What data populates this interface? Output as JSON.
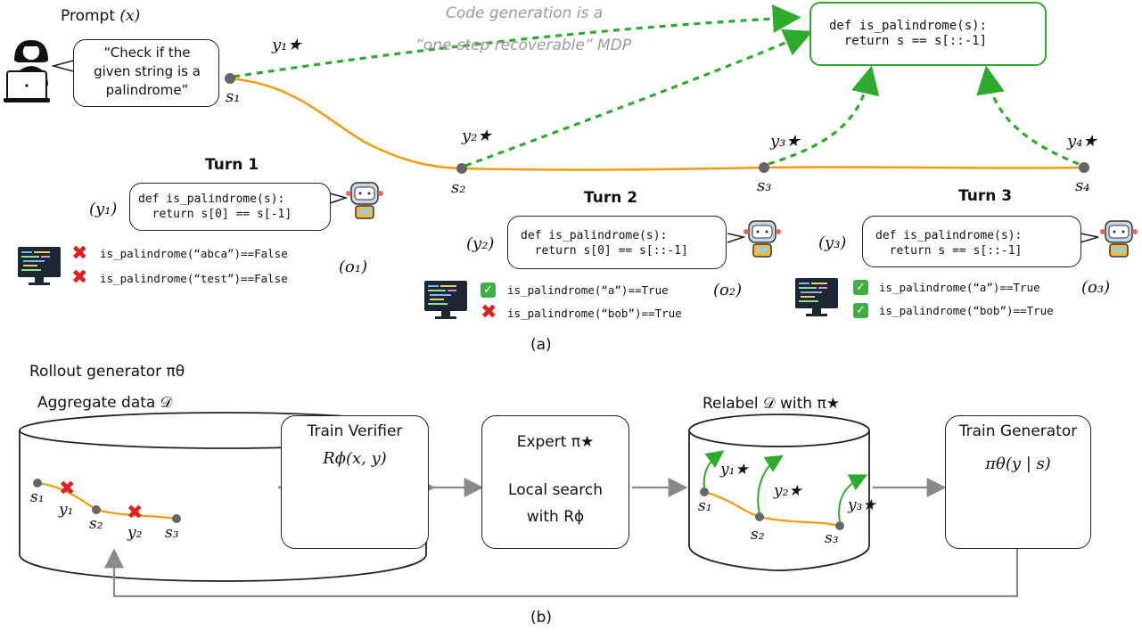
{
  "part_a": {
    "caption": "(a)",
    "prompt_label": "Prompt",
    "prompt_var": "(x)",
    "prompt_text": [
      "“Check if the",
      "given string is a",
      "palindrome”"
    ],
    "mdp_note_1": "Code generation is a",
    "mdp_note_2": "“one-step recoverable” MDP",
    "solution_code": [
      "def is_palindrome(s):",
      "  return s == s[::-1]"
    ],
    "states": [
      "s₁",
      "s₂",
      "s₃",
      "s₄"
    ],
    "optimal_actions": [
      "y₁★",
      "y₂★",
      "y₃★",
      "y₄★"
    ],
    "turns": [
      {
        "title": "Turn 1",
        "action_var": "(y₁)",
        "code": [
          "def is_palindrome(s):",
          "  return s[0] == s[-1]"
        ],
        "tests": [
          {
            "text": "is_palindrome(“abca”)==False",
            "status": "fail"
          },
          {
            "text": "is_palindrome(“test”)==False",
            "status": "fail"
          }
        ],
        "obs_var": "(o₁)"
      },
      {
        "title": "Turn 2",
        "action_var": "(y₂)",
        "code": [
          "def is_palindrome(s):",
          "  return s[0] == s[::-1]"
        ],
        "tests": [
          {
            "text": "is_palindrome(“a”)==True",
            "status": "pass"
          },
          {
            "text": "is_palindrome(“bob”)==True",
            "status": "fail"
          }
        ],
        "obs_var": "(o₂)"
      },
      {
        "title": "Turn 3",
        "action_var": "(y₃)",
        "code": [
          "def is_palindrome(s):",
          "  return s == s[::-1]"
        ],
        "tests": [
          {
            "text": "is_palindrome(“a”)==True",
            "status": "pass"
          },
          {
            "text": "is_palindrome(“bob”)==True",
            "status": "pass"
          }
        ],
        "obs_var": "(o₃)"
      }
    ]
  },
  "part_b": {
    "caption": "(b)",
    "rollout_label": "Rollout generator πθ",
    "aggregate_label": "Aggregate data 𝒟",
    "relabel_label": "Relabel 𝒟 with π★",
    "verifier_title": "Train Verifier",
    "verifier_formula": "Rϕ(x, y)",
    "expert_title": "Expert π★",
    "expert_line1": "Local search",
    "expert_line2": "with Rϕ",
    "generator_title": "Train Generator",
    "generator_formula": "πθ(y | s)",
    "left_db": {
      "states": [
        "s₁",
        "s₂",
        "s₃"
      ],
      "actions": [
        "y₁",
        "y₂"
      ]
    },
    "right_db": {
      "states": [
        "s₁",
        "s₂",
        "s₃"
      ],
      "actions": [
        "y₁★",
        "y₂★",
        "y₃★"
      ]
    }
  },
  "colors": {
    "green": "#2eaa2e",
    "orange": "#f39c12",
    "red": "#e02020",
    "gray_arrow": "#8a8a8a"
  },
  "icons": [
    "person-laptop-icon",
    "robot-icon",
    "monitor-icon",
    "neural-network-icon",
    "database-cylinder-icon"
  ]
}
